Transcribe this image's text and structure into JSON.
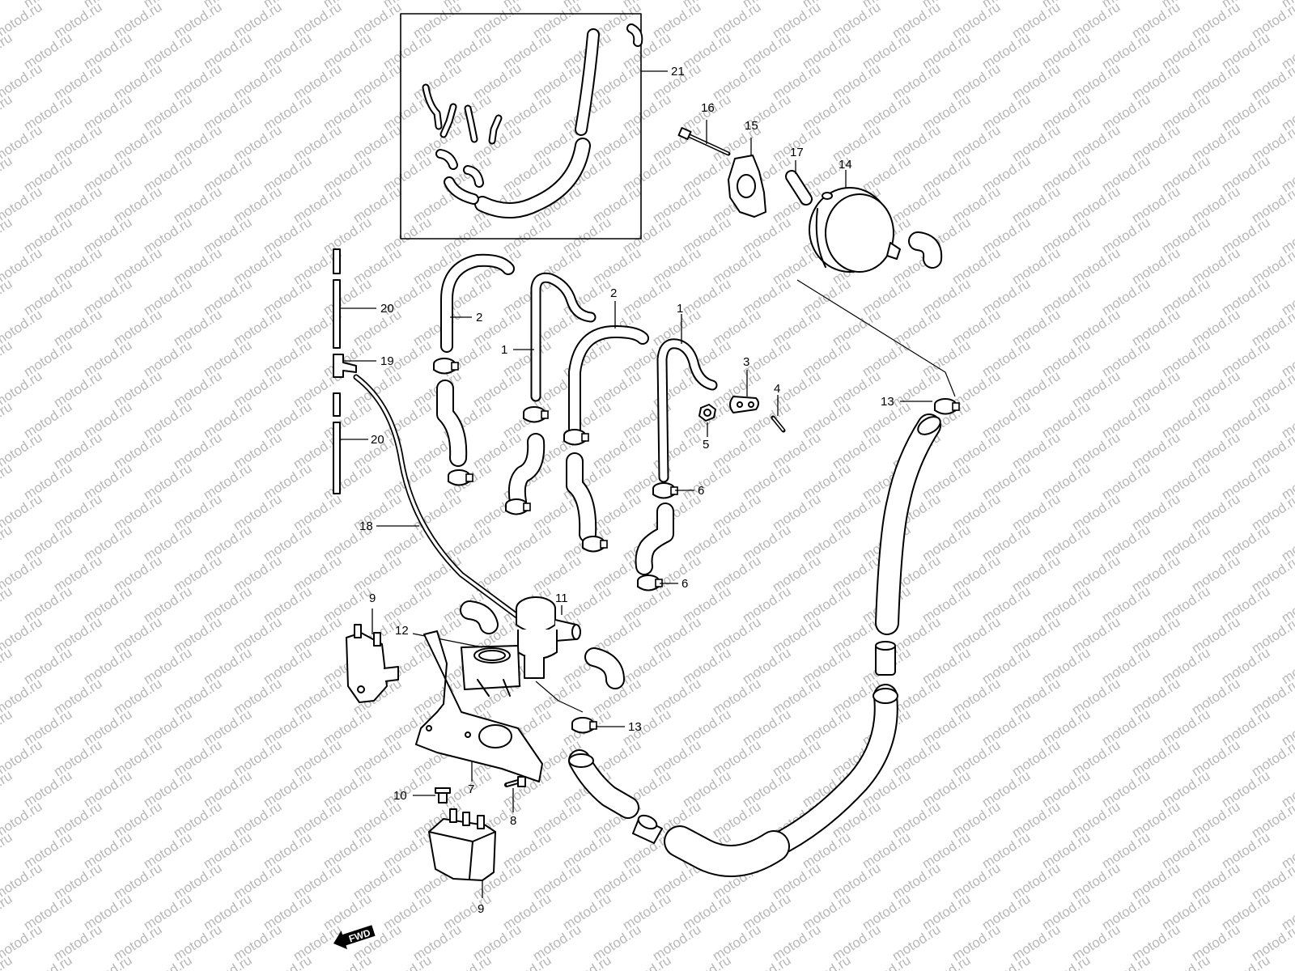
{
  "watermark": {
    "text": "motod.ru",
    "color": "#c8c8c8"
  },
  "direction_marker": {
    "label": "FWD",
    "icon": "arrow-left-icon"
  },
  "callouts": [
    {
      "id": "c21",
      "label": "21"
    },
    {
      "id": "c16",
      "label": "16"
    },
    {
      "id": "c15",
      "label": "15"
    },
    {
      "id": "c17",
      "label": "17"
    },
    {
      "id": "c14",
      "label": "14"
    },
    {
      "id": "c20a",
      "label": "20"
    },
    {
      "id": "c19",
      "label": "19"
    },
    {
      "id": "c20b",
      "label": "20"
    },
    {
      "id": "c2a",
      "label": "2"
    },
    {
      "id": "c1a",
      "label": "1"
    },
    {
      "id": "c2b",
      "label": "2"
    },
    {
      "id": "c1b",
      "label": "1"
    },
    {
      "id": "c3",
      "label": "3"
    },
    {
      "id": "c4",
      "label": "4"
    },
    {
      "id": "c5",
      "label": "5"
    },
    {
      "id": "c13a",
      "label": "13"
    },
    {
      "id": "c6a",
      "label": "6"
    },
    {
      "id": "c6b",
      "label": "6"
    },
    {
      "id": "c18",
      "label": "18"
    },
    {
      "id": "c9a",
      "label": "9"
    },
    {
      "id": "c11",
      "label": "11"
    },
    {
      "id": "c12",
      "label": "12"
    },
    {
      "id": "c13b",
      "label": "13"
    },
    {
      "id": "c7",
      "label": "7"
    },
    {
      "id": "c10",
      "label": "10"
    },
    {
      "id": "c8",
      "label": "8"
    },
    {
      "id": "c9b",
      "label": "9"
    }
  ]
}
